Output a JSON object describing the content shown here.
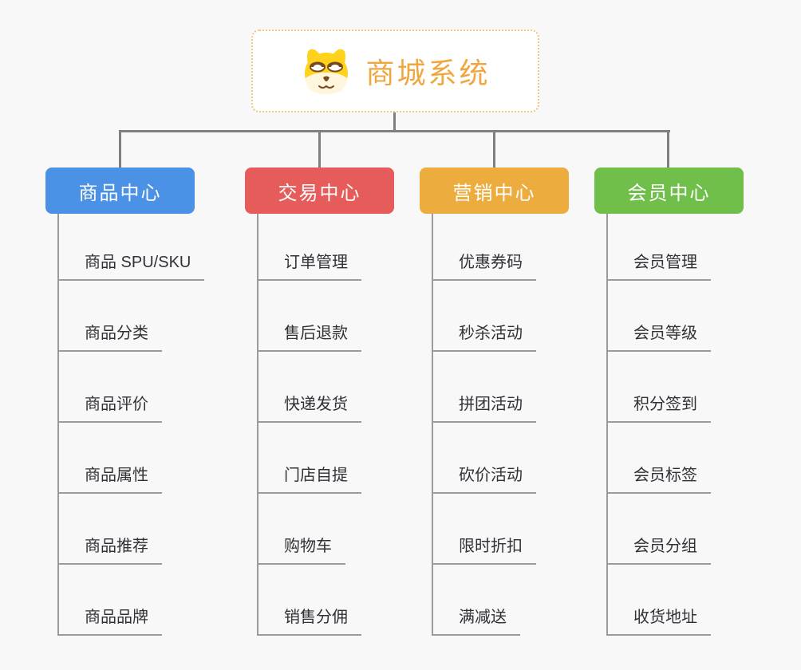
{
  "diagram": {
    "root": {
      "title": "商城系统",
      "icon": "shiba-dog-icon"
    },
    "branches": [
      {
        "label": "商品中心",
        "color": "#4B91E5",
        "items": [
          "商品 SPU/SKU",
          "商品分类",
          "商品评价",
          "商品属性",
          "商品推荐",
          "商品品牌"
        ]
      },
      {
        "label": "交易中心",
        "color": "#E65C5B",
        "items": [
          "订单管理",
          "售后退款",
          "快递发货",
          "门店自提",
          "购物车",
          "销售分佣"
        ]
      },
      {
        "label": "营销中心",
        "color": "#ECAC3E",
        "items": [
          "优惠券码",
          "秒杀活动",
          "拼团活动",
          "砍价活动",
          "限时折扣",
          "满减送"
        ]
      },
      {
        "label": "会员中心",
        "color": "#6FBF4A",
        "items": [
          "会员管理",
          "会员等级",
          "积分签到",
          "会员标签",
          "会员分组",
          "收货地址"
        ]
      }
    ],
    "colors": {
      "background": "#F8F8F8",
      "connector": "#7F7F7F",
      "underline": "#9B9B9B",
      "item_text": "#2F3136",
      "root_title": "#F0A63E",
      "root_border": "#F3C57E"
    }
  }
}
